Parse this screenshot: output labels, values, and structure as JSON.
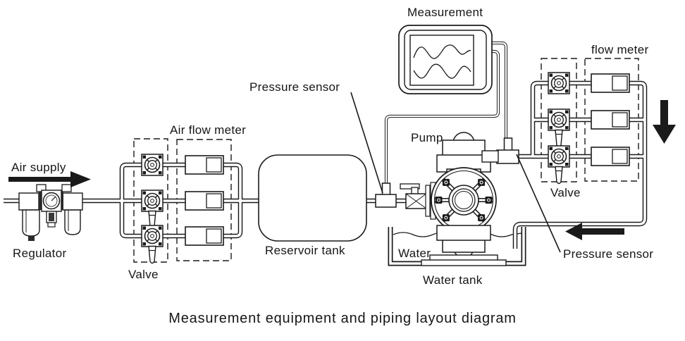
{
  "diagram": {
    "caption": "Measurement equipment and piping layout diagram",
    "labels": {
      "measurement": "Measurement",
      "flow_meter": "flow meter",
      "pressure_sensor_top": "Pressure sensor",
      "air_flow_meter": "Air flow meter",
      "pump": "Pump",
      "air_supply": "Air supply",
      "regulator": "Regulator",
      "valve_air": "Valve",
      "reservoir_tank": "Reservoir tank",
      "water": "Water",
      "water_tank": "Water tank",
      "valve_water": "Valve",
      "pressure_sensor_pump": "Pressure sensor"
    },
    "colors": {
      "line": "#1a1a1a",
      "background": "#ffffff",
      "arrow": "#1a1a1a"
    }
  }
}
